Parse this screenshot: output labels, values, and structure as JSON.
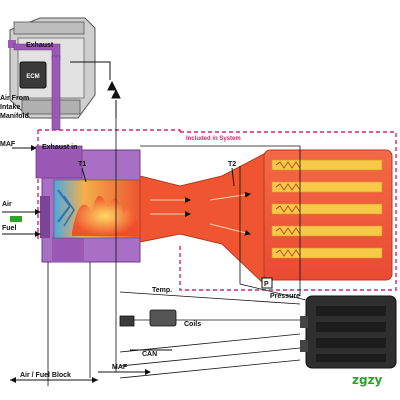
{
  "labels": {
    "exhaust_top": "Exhaust",
    "ecm": "ECM",
    "air_from_intake": "Air From",
    "air_from_intake2": "Intake",
    "air_from_intake3": "Manifold",
    "maf_top": "MAF",
    "exhaust_in": "Exhaust in",
    "t1": "T1",
    "air": "Air",
    "fuel": "Fuel",
    "included_in_system": "Included in System",
    "t2": "T2",
    "pressure_badge": "P",
    "pressure": "Pressure",
    "temp": "Temp.",
    "coils": "Coils",
    "can": "CAN",
    "maf_bottom": "MAF",
    "air_fuel_block": "Air / Fuel Block",
    "watermark": "zgzy"
  },
  "colors": {
    "purple": "#9b59b6",
    "magenta": "#d8246b",
    "filter_red": "#ee4d35",
    "filter_yellow": "#f7c948",
    "ecm_dark": "#3a3a3a"
  }
}
